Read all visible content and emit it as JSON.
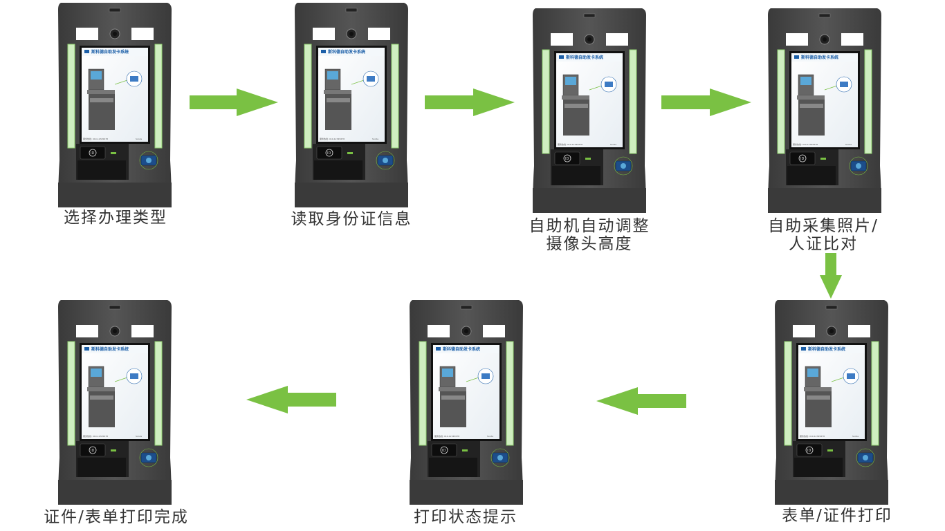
{
  "screen_title": "斯科德自助发卡系统",
  "screen_footer": "服务热线: 010-12345678",
  "screen_brand": "Scode",
  "accent_green": "#7ac143",
  "steps": [
    {
      "label": "选择办理类型"
    },
    {
      "label": "读取身份证信息"
    },
    {
      "label": "自助机自动调整\n摄像头高度"
    },
    {
      "label": "自助采集照片/\n人证比对"
    },
    {
      "label": "表单/证件打印"
    },
    {
      "label": "打印状态提示"
    },
    {
      "label": "证件/表单打印完成"
    }
  ],
  "arrows": [
    {
      "from": 1,
      "to": 2,
      "direction": "right"
    },
    {
      "from": 2,
      "to": 3,
      "direction": "right"
    },
    {
      "from": 3,
      "to": 4,
      "direction": "right"
    },
    {
      "from": 4,
      "to": 5,
      "direction": "down"
    },
    {
      "from": 5,
      "to": 6,
      "direction": "left"
    },
    {
      "from": 6,
      "to": 7,
      "direction": "left"
    }
  ],
  "icons": {
    "kiosk": "self-service-kiosk-icon",
    "arrow": "green-arrow-icon",
    "fingerprint": "fingerprint-scanner-icon",
    "nfc": "card-reader-icon",
    "camera": "camera-icon"
  }
}
